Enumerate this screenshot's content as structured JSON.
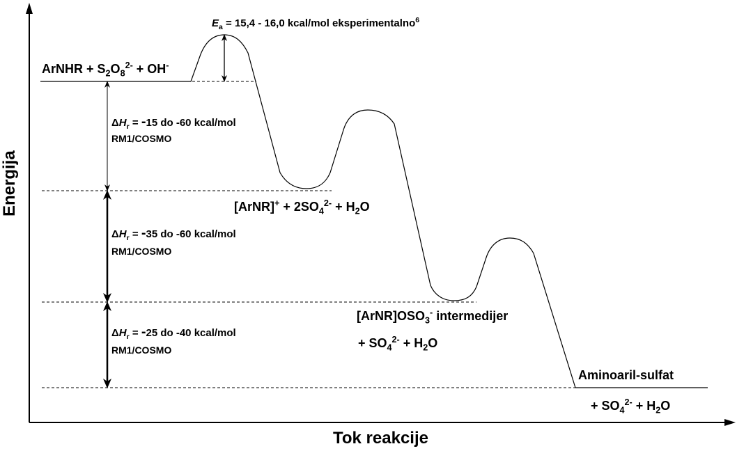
{
  "axes": {
    "y_title": "Energija",
    "x_title": "Tok reakcije"
  },
  "activation": {
    "symbol": "E",
    "subscript": "a",
    "text": " = 15,4 - 16,0 kcal/mol eksperimentalno",
    "superscript": "6"
  },
  "states": {
    "reactants": {
      "t1": "ArNHR + S",
      "s1": "2",
      "t2": "O",
      "s2": "8",
      "sup1": "2-",
      "t3": " + OH",
      "sup2": "-"
    },
    "cation": {
      "t1": "[ArNR]",
      "sup1": "+",
      "t2": " + 2SO",
      "s1": "4",
      "sup2": "2-",
      "t3": " + H",
      "s2": "2",
      "t4": "O"
    },
    "intermediate": {
      "line1_t1": "[ArNR]OSO",
      "line1_s1": "3",
      "line1_sup1": "-",
      "line1_t2": " intermedijer",
      "line2_t1": "+ SO",
      "line2_s1": "4",
      "line2_sup1": "2-",
      "line2_t2": " + H",
      "line2_s2": "2",
      "line2_t3": "O"
    },
    "product": {
      "line1": "Aminoaril-sulfat",
      "line2_t1": "+ SO",
      "line2_s1": "4",
      "line2_sup1": "2-",
      "line2_t2": " + H",
      "line2_s2": "2",
      "line2_t3": "O"
    }
  },
  "enthalpies": [
    {
      "delta": "Δ",
      "symbol": "H",
      "subscript": "r",
      "text": " = ",
      "dash": "-",
      "range": "15 do -60 kcal/mol",
      "method": "RM1/COSMO"
    },
    {
      "delta": "Δ",
      "symbol": "H",
      "subscript": "r",
      "text": " = ",
      "dash": "-",
      "range": "35 do -60 kcal/mol",
      "method": "RM1/COSMO"
    },
    {
      "delta": "Δ",
      "symbol": "H",
      "subscript": "r",
      "text": " = ",
      "dash": "-",
      "range": "25 do -40 kcal/mol",
      "method": "RM1/COSMO"
    }
  ]
}
